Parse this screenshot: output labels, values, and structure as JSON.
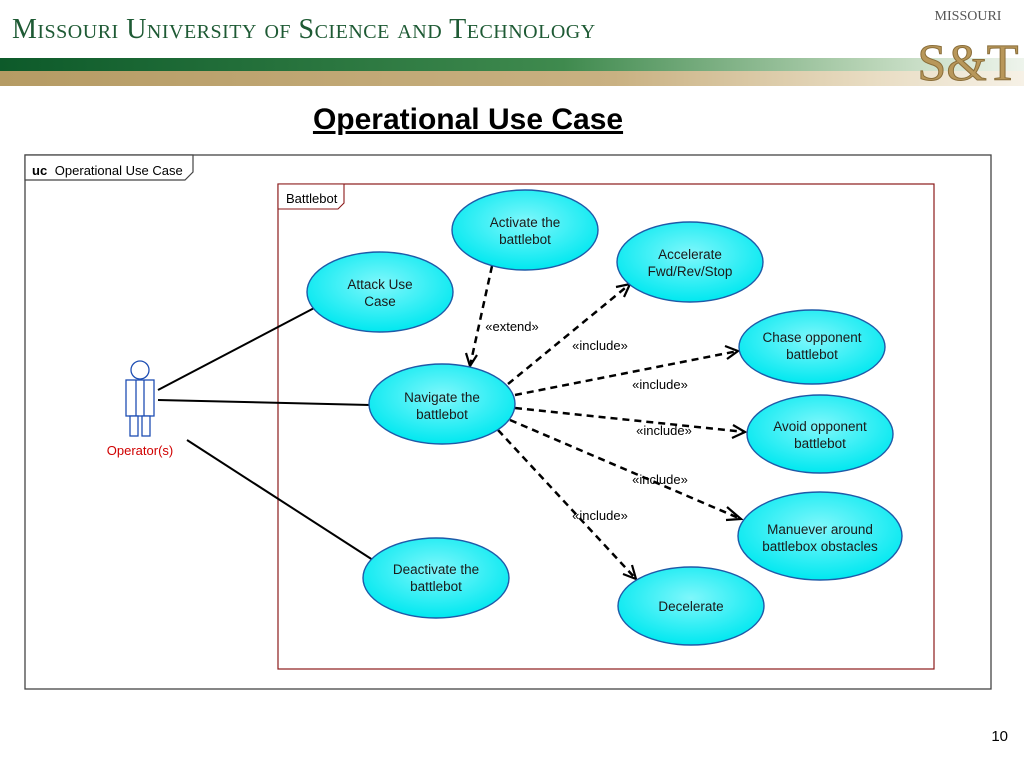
{
  "header": {
    "university": "Missouri University of Science and Technology"
  },
  "logo": {
    "line1": "MISSOURI",
    "line2": "S&T"
  },
  "slide": {
    "title": "Operational Use Case",
    "number": "10"
  },
  "diagram": {
    "frame_keyword": "uc",
    "frame_name": "Operational Use Case",
    "boundary": "Battlebot",
    "actor": "Operator(s)",
    "use_cases": {
      "activate": [
        "Activate the",
        "battlebot"
      ],
      "attack": [
        "Attack Use",
        "Case"
      ],
      "accelerate": [
        "Accelerate",
        "Fwd/Rev/Stop"
      ],
      "chase": [
        "Chase opponent",
        "battlebot"
      ],
      "navigate": [
        "Navigate the",
        "battlebot"
      ],
      "avoid": [
        "Avoid opponent",
        "battlebot"
      ],
      "maneuver": [
        "Manuever around",
        "battlebox obstacles"
      ],
      "deactivate": [
        "Deactivate the",
        "battlebot"
      ],
      "decelerate": [
        "Decelerate"
      ]
    },
    "stereotypes": {
      "extend": "«extend»",
      "include_accelerate": "«include»",
      "include_chase": "«include»",
      "include_avoid": "«include»",
      "include_maneuver": "«include»",
      "include_decelerate": "«include»"
    }
  },
  "colors": {
    "header_text": "#1e5a34",
    "use_case_fill": "#00e8f0",
    "use_case_stroke": "#1f5aa8",
    "boundary": "#8b1a1a",
    "actor_label": "#d00000"
  }
}
